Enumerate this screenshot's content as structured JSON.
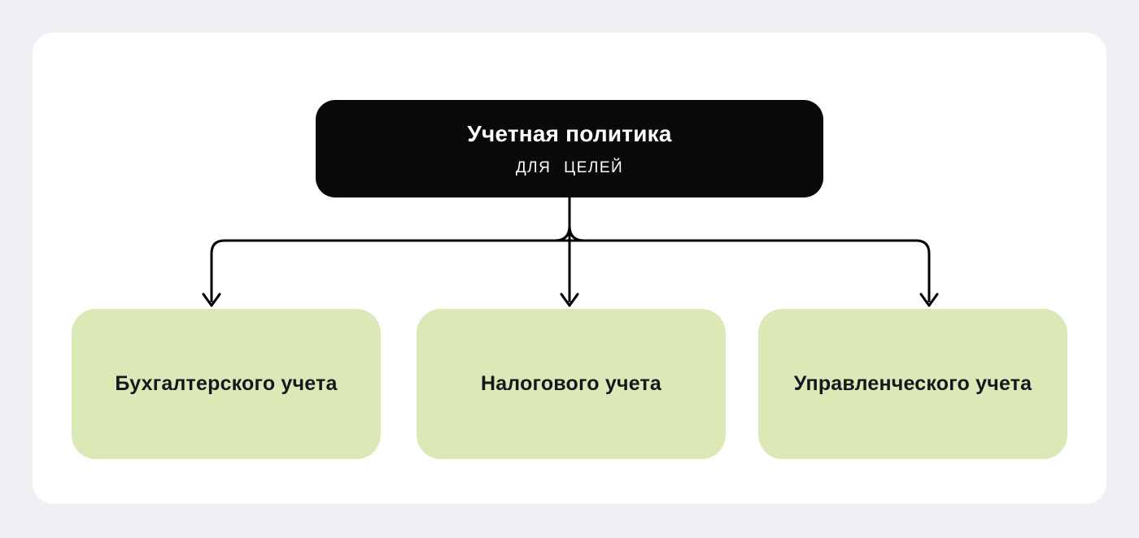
{
  "canvas": {
    "background_color": "#f0eff3",
    "card_color": "#ffffff"
  },
  "diagram": {
    "root": {
      "title": "Учетная политика",
      "subtitle": "ДЛЯ ЦЕЛЕЙ",
      "bg_color": "#0a0a0a",
      "text_color": "#ffffff"
    },
    "children": [
      {
        "label": "Бухгалтерского учета"
      },
      {
        "label": "Налогового учета"
      },
      {
        "label": "Управленческого учета"
      }
    ],
    "child_bg_color": "#dbe9b7",
    "child_text_color": "#15181c",
    "connector_color": "#000000"
  }
}
